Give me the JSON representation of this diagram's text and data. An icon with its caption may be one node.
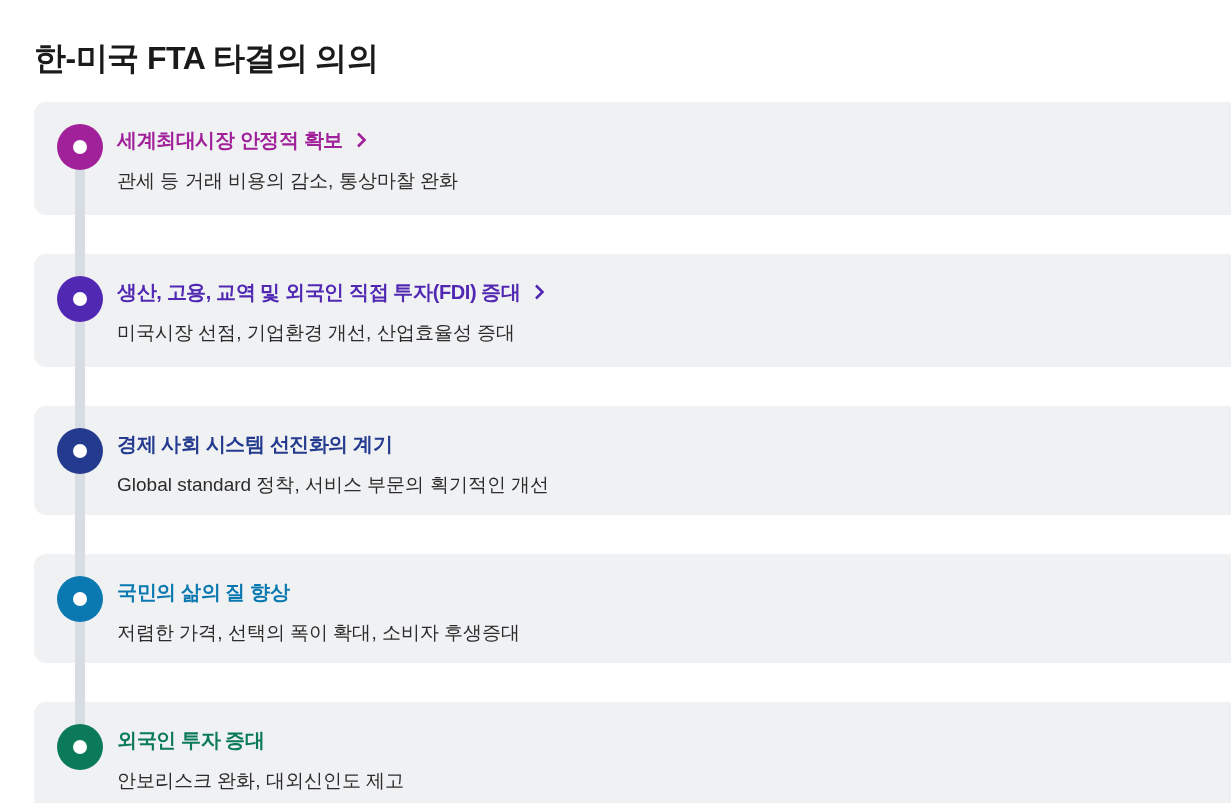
{
  "diagram": {
    "title": "한-미국 FTA 타결의 의의",
    "nodes": [
      {
        "text": [
          "세계최대시장 안정적 확보",
          "관세 등 거래 비용의 감소, 통상마찰 완화"
        ]
      },
      {
        "text": [],
        "shape": "circle",
        "in": 0
      },
      {
        "text": [
          "생산, 고용, 교역 및 외국인 직접 투자(FDI) 증대",
          "미국시장 선점, 기업환경 개선, 산업효율성 증대"
        ]
      },
      {
        "text": [],
        "shape": "circle",
        "in": 2
      },
      {
        "text": [
          "경제 사회 시스템 선진화의 계기",
          "Global standard 정착, 서비스 부문의 획기적인 개선"
        ]
      },
      {
        "text": [],
        "shape": "circle",
        "in": 4
      },
      {
        "text": [
          "국민의 삶의 질 향상",
          "저렴한 가격, 선택의 폭이 확대, 소비자 후생증대"
        ]
      },
      {
        "text": [],
        "shape": "circle",
        "in": 6
      },
      {
        "text": [
          "외국인 투자 증대",
          "안보리스크 완화, 대외신인도 제고"
        ]
      },
      {
        "text": [],
        "shape": "circle",
        "in": 8
      }
    ],
    "edges": [
      {
        "from": 1,
        "to": 3,
        "arrow": "none"
      },
      {
        "from": 3,
        "to": 5,
        "arrow": "none"
      },
      {
        "from": 5,
        "to": 7,
        "arrow": "none"
      },
      {
        "from": 7,
        "to": 9,
        "arrow": "none"
      }
    ]
  }
}
